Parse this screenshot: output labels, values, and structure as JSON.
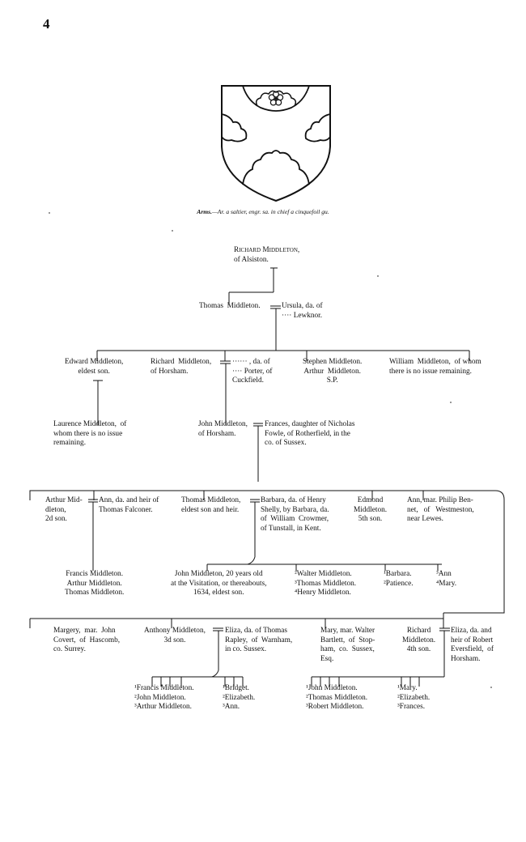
{
  "page_number": "4",
  "arms_caption_label": "Arms.",
  "arms_caption_text": "—Ar. a saltier, engr. sa. in chief a cinquefoil gu.",
  "gen1": {
    "name": "Richard Middleton,",
    "line2": "of Alsiston."
  },
  "gen2": {
    "thomas": "Thomas  Middleton.",
    "ursula": "Ursula, da. of\n···· Lewknor."
  },
  "gen3": {
    "edward": "Edward Middleton,\neldest son.",
    "richard": "Richard  Middleton,\nof Horsham.",
    "richard_wife": "······ , da. of\n···· Porter, of\nCuckfield.",
    "stephen": "Stephen Middleton.\nArthur  Middleton.\nS.P.",
    "william": "William  Middleton,  of whom\nthere is no issue remaining."
  },
  "gen4": {
    "laurence": "Laurence Middleton,  of\nwhom there is no issue\nremaining.",
    "john": "John Middleton,\nof Horsham.",
    "frances": "Frances, daughter of Nicholas\nFowle, of Rotherfield, in the\nco. of Sussex."
  },
  "gen5": {
    "arthur": "Arthur Mid-\ndleton,\n2d son.",
    "ann_falconer": "Ann, da. and heir of\nThomas Falconer.",
    "thomas": "Thomas Middleton,\neldest son and heir.",
    "barbara": "Barbara, da. of Henry\nShelly, by Barbara, da.\nof  William  Crowmer,\nof Tunstall, in Kent.",
    "edmond": "Edmond\nMiddleton.\n5th son.",
    "ann_bennet": "Ann, mar. Philip Ben-\nnet,   of   Westmeston,\nnear Lewes."
  },
  "gen6": {
    "francis_group": "Francis Middleton.\nArthur Middleton.\nThomas Middleton.",
    "john_1634": "John Middleton, 20 years old\nat the Visitation, or thereabouts,\n1634, eldest son.",
    "walter_group": "²Walter Middleton.\n³Thomas Middleton.\n⁴Henry Middleton.",
    "barbara_group": "¹Barbara.\n²Patience.",
    "ann_group": "³Ann\n⁴Mary."
  },
  "gen7": {
    "margery": "Margery,  mar.  John\nCovert,  of  Hascomb,\nco. Surrey.",
    "anthony": "Anthony Middleton,\n3d son.",
    "eliza_rapley": "Eliza, da. of Thomas\nRapley,  of  Warnham,\nin co. Sussex.",
    "mary_bartlett": "Mary, mar. Walter\nBartlett,  of  Stop-\nham,  co.  Sussex,\nEsq.",
    "richard": "Richard\nMiddleton.\n4th son.",
    "eliza_eversfield": "Eliza, da. and\nheir of Robert\nEversfield,  of\nHorsham."
  },
  "gen8": {
    "anthony_sons": "¹Francis Middleton.\n²John Middleton.\n³Arthur Middleton.",
    "anthony_daughters": "¹Bridget.\n²Elizabeth.\n³Ann.",
    "richard_sons": "¹John Middleton.\n²Thomas Middleton.\n³Robert Middleton.",
    "richard_daughters": "¹Mary.\n²Elizabeth.\n³Frances."
  }
}
